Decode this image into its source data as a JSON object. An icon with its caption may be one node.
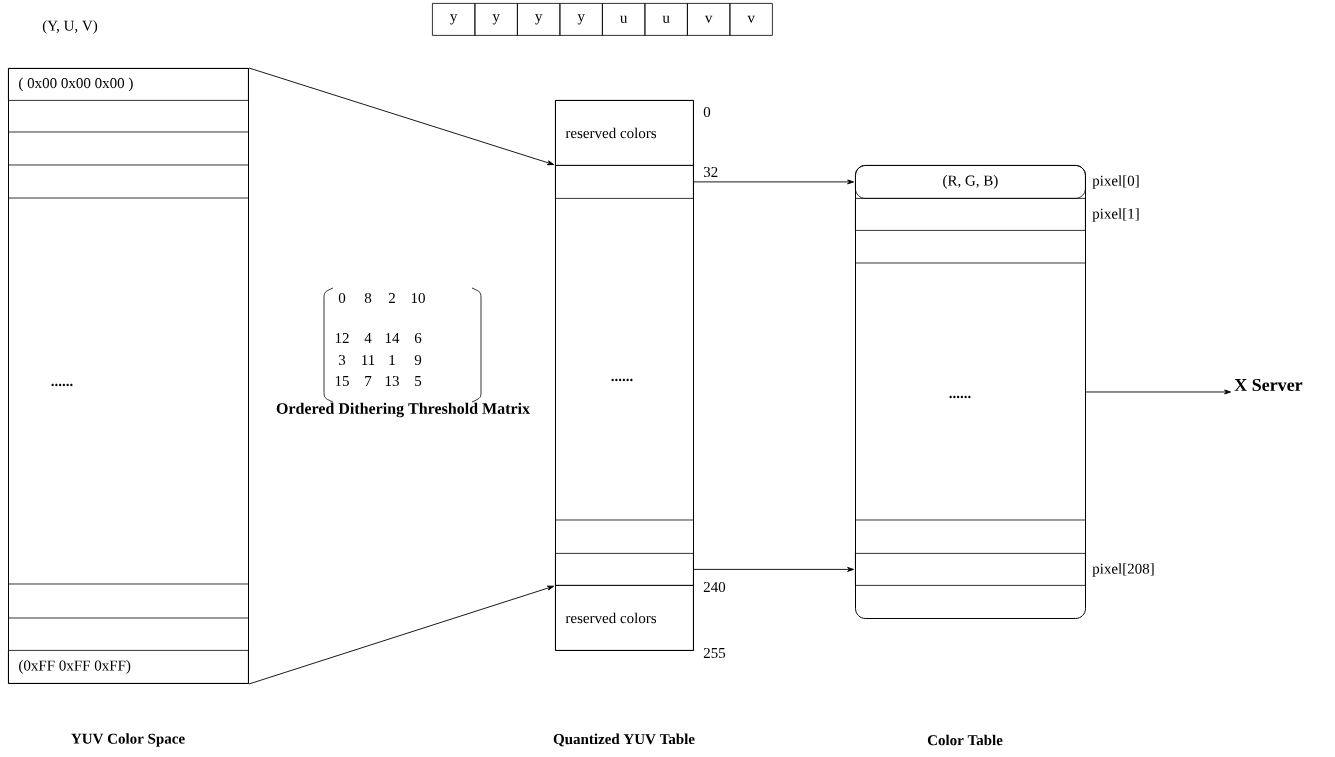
{
  "diagram": {
    "nodes": [
      {
        "text": [
          "y"
        ]
      },
      {
        "text": [
          "y"
        ]
      },
      {
        "text": [
          "y"
        ]
      },
      {
        "text": [
          "y"
        ]
      },
      {
        "text": [
          "u"
        ]
      },
      {
        "text": [
          "u"
        ]
      },
      {
        "text": [
          "v"
        ]
      },
      {
        "text": [
          "v"
        ]
      },
      {
        "text": [],
        "shape": "box"
      },
      {
        "text": [
          "( 0x00 0x00 0x00 )"
        ],
        "in": 8
      },
      {
        "text": [
          "......"
        ],
        "in": 8
      },
      {
        "text": [
          "(0xFF 0xFF 0xFF)"
        ],
        "in": 8
      },
      {
        "text": [],
        "shape": "box"
      },
      {
        "text": [
          "reserved colors"
        ],
        "in": 12
      },
      {
        "text": [],
        "shape": "box",
        "in": 12
      },
      {
        "text": [
          "......"
        ],
        "in": 12
      },
      {
        "text": [],
        "shape": "box",
        "in": 12
      },
      {
        "text": [
          "reserved colors"
        ],
        "in": 12
      },
      {
        "text": [],
        "shape": "box"
      },
      {
        "text": [
          "(R, G, B)"
        ],
        "in": 18,
        "beside": [
          "pixel[0]"
        ]
      },
      {
        "text": [],
        "shape": "box",
        "in": 18,
        "beside": [
          "pixel[1]"
        ]
      },
      {
        "text": [
          "......"
        ],
        "in": 18
      },
      {
        "text": [],
        "shape": "box",
        "in": 18,
        "beside": [
          "pixel[208]"
        ]
      },
      {
        "text": [
          "X Server"
        ]
      }
    ],
    "edges": [
      {
        "from": 8,
        "to": 14,
        "arrow": "to"
      },
      {
        "from": 8,
        "to": 16,
        "arrow": "to"
      },
      {
        "from": 14,
        "to": 19,
        "arrow": "to"
      },
      {
        "from": 16,
        "to": 22,
        "arrow": "to"
      },
      {
        "from": 18,
        "to": 23,
        "arrow": "to"
      }
    ],
    "labels": [
      "(Y, U, V)",
      "0",
      "8",
      "2",
      "10",
      "12",
      "4",
      "14",
      "6",
      "3",
      "11",
      "1",
      "9",
      "15",
      "7",
      "13",
      "5",
      "Ordered Dithering  Threshold Matrix",
      "0",
      "32",
      "240",
      "255",
      "YUV Color Space",
      "Quantized YUV Table",
      "Color Table"
    ]
  }
}
